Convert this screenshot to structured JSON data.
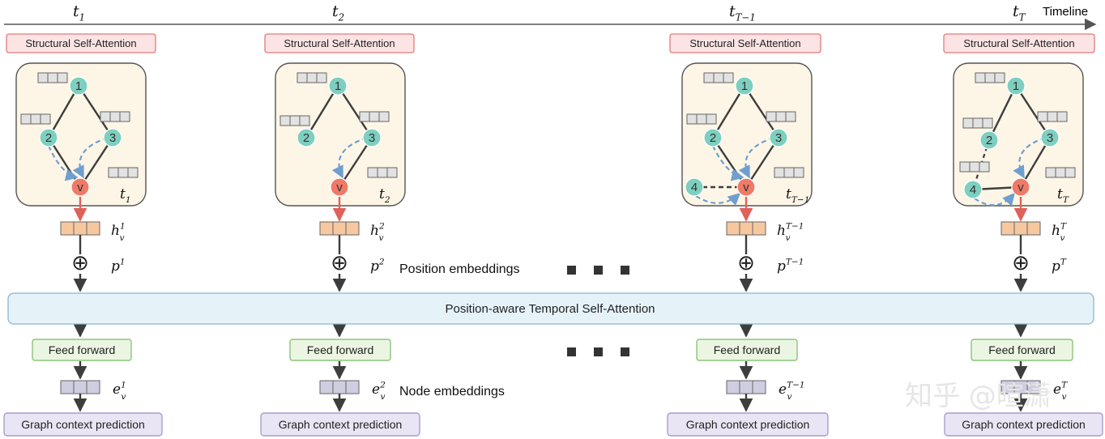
{
  "timeline": {
    "label": "Timeline",
    "ticks": [
      {
        "base": "t",
        "sub": "1"
      },
      {
        "base": "t",
        "sub": "2"
      },
      {
        "base": "t",
        "sub": "T−1"
      },
      {
        "base": "t",
        "sub": "T"
      }
    ]
  },
  "columns": [
    {
      "ssa_label": "Structural Self-Attention",
      "graph_time": {
        "base": "t",
        "sub": "1"
      },
      "hidden": {
        "base": "h",
        "sub": "v",
        "sup": "1"
      },
      "position": {
        "base": "p",
        "sup": "1"
      },
      "ff_label": "Feed forward",
      "embed": {
        "base": "e",
        "sub": "v",
        "sup": "1"
      },
      "gcp_label": "Graph context  prediction"
    },
    {
      "ssa_label": "Structural Self-Attention",
      "graph_time": {
        "base": "t",
        "sub": "2"
      },
      "hidden": {
        "base": "h",
        "sub": "v",
        "sup": "2"
      },
      "position": {
        "base": "p",
        "sup": "2"
      },
      "ff_label": "Feed forward",
      "embed": {
        "base": "e",
        "sub": "v",
        "sup": "2"
      },
      "gcp_label": "Graph context  prediction"
    },
    {
      "ssa_label": "Structural Self-Attention",
      "graph_time": {
        "base": "t",
        "sub": "T−1"
      },
      "hidden": {
        "base": "h",
        "sub": "v",
        "sup": "T−1"
      },
      "position": {
        "base": "p",
        "sup": "T−1"
      },
      "ff_label": "Feed forward",
      "embed": {
        "base": "e",
        "sub": "v",
        "sup": "T−1"
      },
      "gcp_label": "Graph context  prediction"
    },
    {
      "ssa_label": "Structural Self-Attention",
      "graph_time": {
        "base": "t",
        "sub": "T"
      },
      "hidden": {
        "base": "h",
        "sub": "v",
        "sup": "T"
      },
      "position": {
        "base": "p",
        "sup": "T"
      },
      "ff_label": "Feed forward",
      "embed": {
        "base": "e",
        "sub": "v",
        "sup": "T"
      },
      "gcp_label": "Graph context  prediction"
    }
  ],
  "node_labels": {
    "n1": "1",
    "n2": "2",
    "n3": "3",
    "n4": "4",
    "v": "v"
  },
  "position_embeddings_label": "Position embeddings",
  "node_embeddings_label": "Node embeddings",
  "temporal_attention_label": "Position-aware Temporal Self-Attention",
  "oplus_symbol": "⊕",
  "watermark": "知乎 @暄潇",
  "colors": {
    "ssa_fill": "#fce4e4",
    "ssa_stroke": "#e07a7a",
    "graph_panel": "#fdf6e6",
    "node_teal": "#7ecfc0",
    "node_target": "#ef7a68",
    "hidden_vec": "#f6c8a0",
    "embed_vec": "#cfcde0",
    "vec_gray": "#e2e2e2",
    "ff_fill": "#eaf6e2",
    "ff_stroke": "#8cc47a",
    "gcp_fill": "#e9e5f4",
    "gcp_stroke": "#a89cd0",
    "temporal_fill": "#e5f3f9",
    "temporal_stroke": "#8ab8cf",
    "edge": "#3d3d3d",
    "attention_arrow": "#6f9fcf",
    "red_arrow": "#e0605a"
  }
}
